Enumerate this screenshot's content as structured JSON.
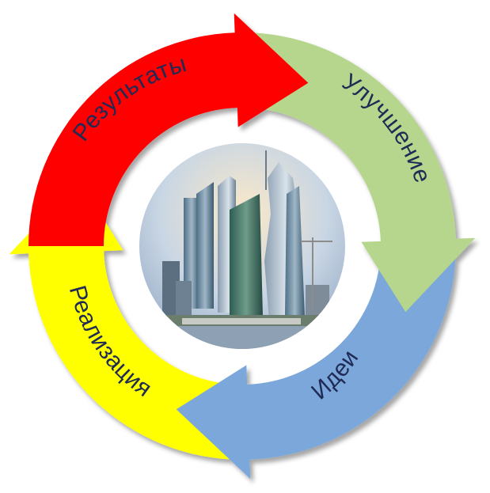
{
  "cycle": {
    "segments": [
      {
        "key": "results",
        "label": "Результаты",
        "color": "#ff0000"
      },
      {
        "key": "improvement",
        "label": "Улучшение",
        "color": "#b5d68c"
      },
      {
        "key": "ideas",
        "label": "Идеи",
        "color": "#7ba7da"
      },
      {
        "key": "realization",
        "label": "Реализация",
        "color": "#ffff00"
      }
    ],
    "text_color": "#1f2a55",
    "center_image": "moscow-city-skyline"
  }
}
